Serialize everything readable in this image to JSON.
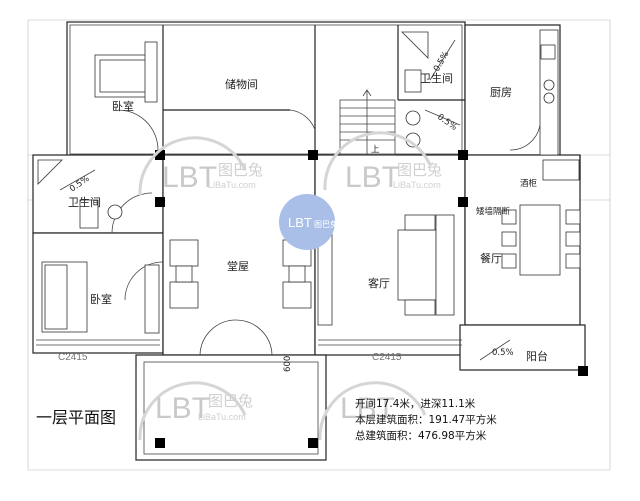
{
  "rooms": {
    "bedroom_top": "卧室",
    "storage": "储物间",
    "bathroom_top": "卫生间",
    "kitchen": "厨房",
    "bathroom_left": "卫生间",
    "bedroom_left": "卧室",
    "hall": "堂屋",
    "living": "客厅",
    "dining": "餐厅",
    "balcony": "阳台",
    "wine_cabinet": "酒柜",
    "low_partition": "矮墙隔断"
  },
  "labels": {
    "stair_up": "上",
    "slope_1": "0.5%",
    "slope_2": "0.5%",
    "slope_3": "0.5%",
    "slope_4": "0.5%",
    "window_left": "C2415",
    "window_right": "C2415",
    "dim_600": "600"
  },
  "watermark": {
    "brand": "LBT",
    "brand_cn": "图巴兔",
    "url": "LiBaTu.com"
  },
  "title": "一层平面图",
  "stats": {
    "line1": "开间17.4米，进深11.1米",
    "line2": "本层建筑面积：191.47平方米",
    "line3": "总建筑面积：476.98平方米"
  },
  "colors": {
    "wall": "#222222",
    "column": "#000000",
    "watermark": "#c9c9c9",
    "badge": "#a9bfe8"
  }
}
